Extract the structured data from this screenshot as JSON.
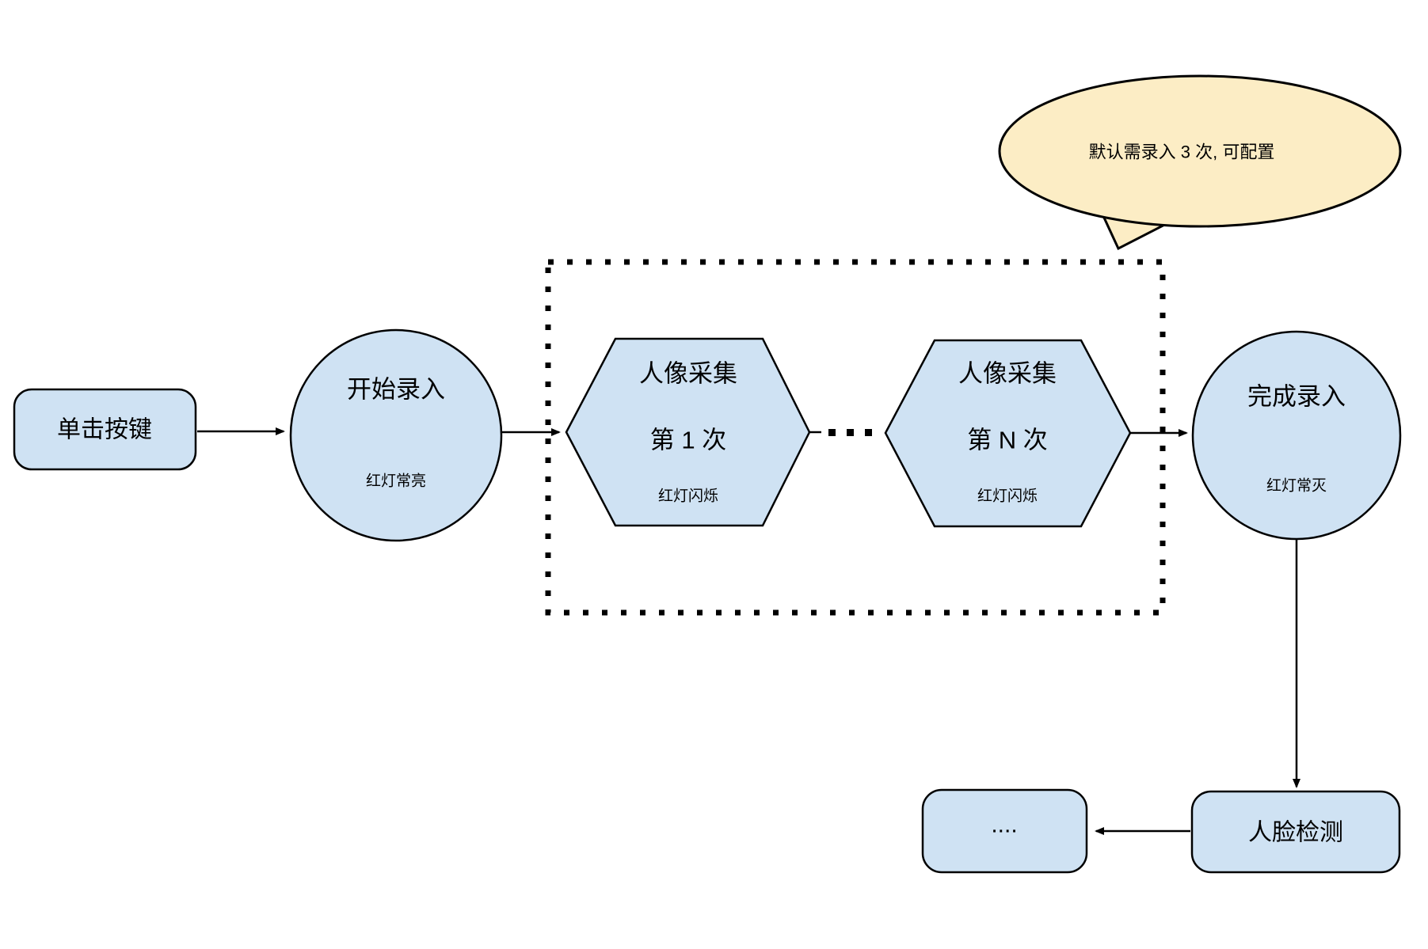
{
  "colors": {
    "node_fill": "#cfe2f3",
    "node_stroke": "#000000",
    "callout_fill": "#fcedc5",
    "callout_stroke": "#000000",
    "background": "#ffffff"
  },
  "callout": {
    "text": "默认需录入 3 次, 可配置"
  },
  "nodes": {
    "click_button": {
      "label": "单击按键"
    },
    "start_record": {
      "title": "开始录入",
      "status": "红灯常亮"
    },
    "capture_first": {
      "title": "人像采集",
      "sequence": "第 1 次",
      "status": "红灯闪烁"
    },
    "capture_nth": {
      "title": "人像采集",
      "sequence": "第 N 次",
      "status": "红灯闪烁"
    },
    "finish_record": {
      "title": "完成录入",
      "status": "红灯常灭"
    },
    "face_detection": {
      "label": "人脸检测"
    },
    "continuation": {
      "label": "...."
    }
  }
}
